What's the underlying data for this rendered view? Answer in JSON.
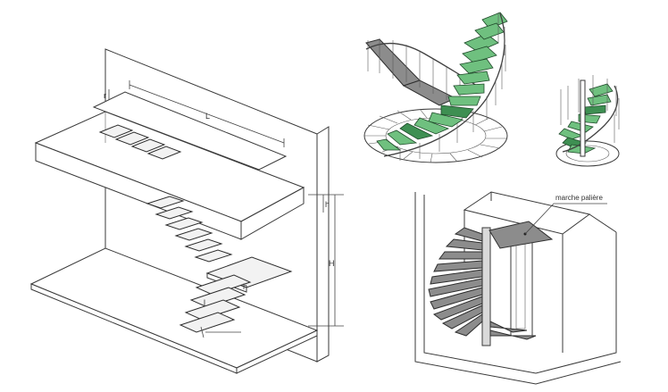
{
  "callout": {
    "landing_label": "marche palière"
  },
  "dimensions": {
    "width_letter": "L",
    "height_letter": "H",
    "riser_letter": "h",
    "small_letter_1": "r",
    "small_letter_2": "h",
    "small_letter_3": "l"
  },
  "colors": {
    "tread_green": "#6fc07f",
    "line_ink": "#3a3a3a"
  }
}
